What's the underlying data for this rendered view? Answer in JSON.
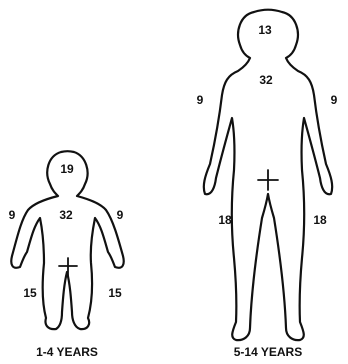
{
  "child": {
    "caption": "1-4 YEARS",
    "head": "19",
    "trunk": "32",
    "left_arm": "9",
    "right_arm": "9",
    "left_leg": "15",
    "right_leg": "15"
  },
  "older": {
    "caption": "5-14 YEARS",
    "head": "13",
    "trunk": "32",
    "left_arm": "9",
    "right_arm": "9",
    "left_leg": "18",
    "right_leg": "18"
  }
}
